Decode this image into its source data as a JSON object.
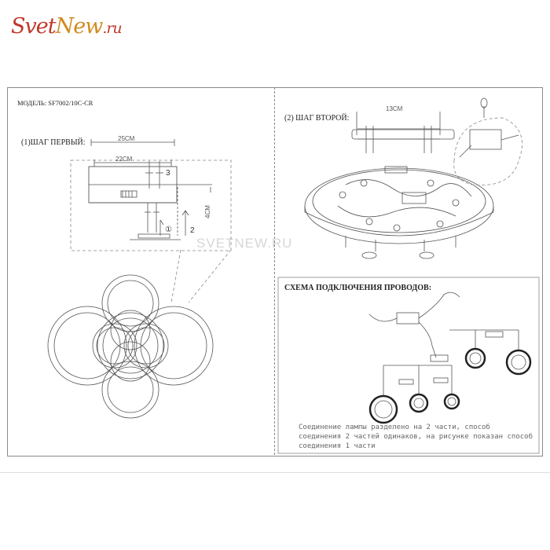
{
  "logo": {
    "part1": "Svet",
    "part2": "New",
    "part3": ".ru"
  },
  "model_label": "МОДЕЛЬ: SF7002/10C-CR",
  "step_one": "(1)ШАГ ПЕРВЫЙ:",
  "step_two": "(2) ШАГ ВТОРОЙ:",
  "scheme_title": "СХЕМА ПОДКЛЮЧЕНИЯ ПРОВОДОВ:",
  "dimensions": {
    "outer_width": "25CM",
    "inner_width": "22CM",
    "height": "4CM",
    "bar": "13CM"
  },
  "markers": {
    "m1": "①",
    "m2": "2",
    "m3": "3"
  },
  "watermark": "SVETNEW.RU",
  "note_text": "Соединение лампы разделено на 2 части, способ соединения 2 частей одинаков, на рисунке показан способ соединения 1 части",
  "colors": {
    "logo_red": "#c0392b",
    "logo_orange": "#d38a1e",
    "line": "#555555"
  }
}
